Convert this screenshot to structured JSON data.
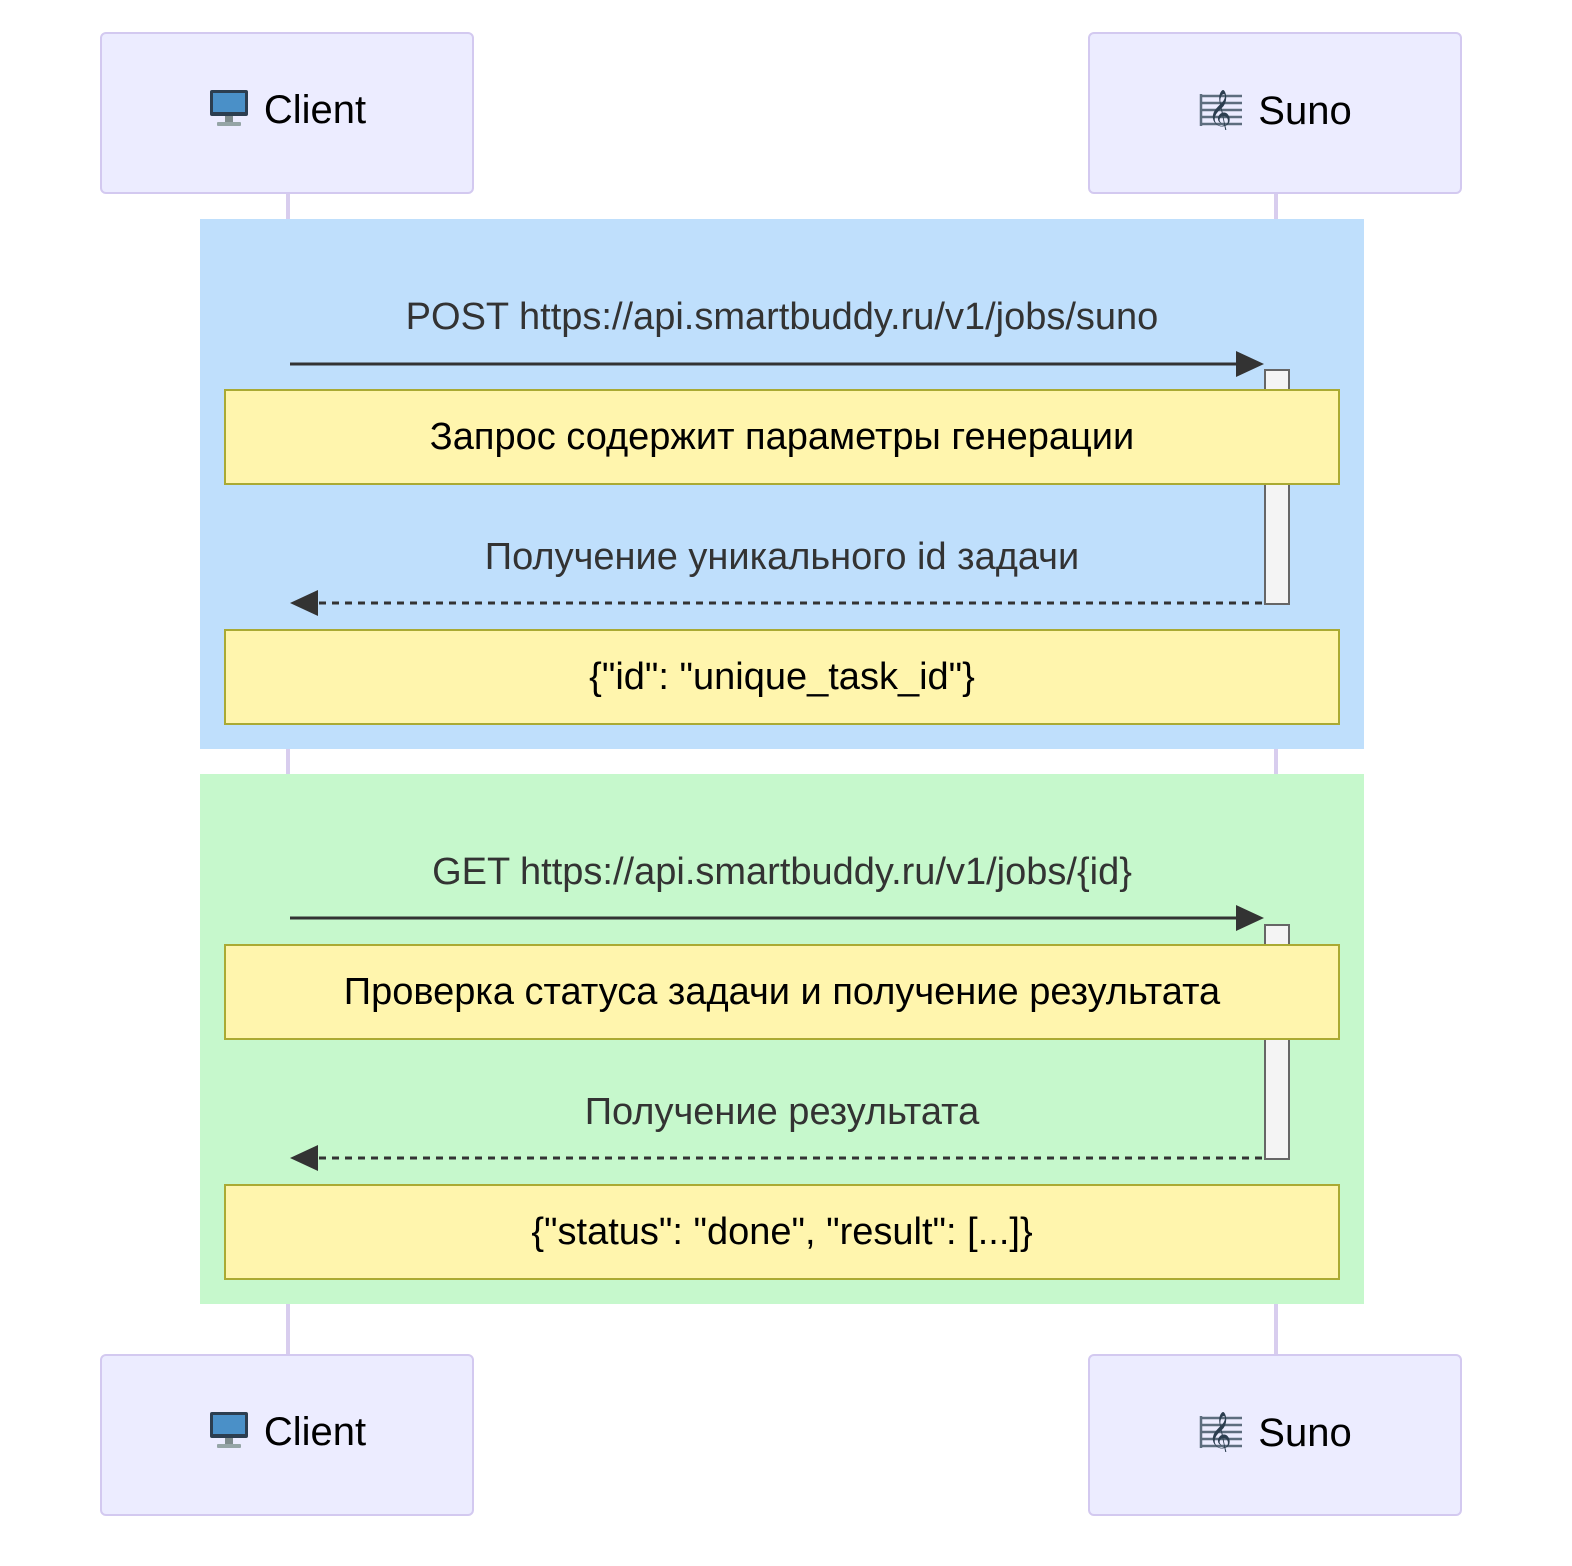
{
  "participants": [
    {
      "id": "client",
      "label": "Client",
      "icon": "desktop-computer-icon"
    },
    {
      "id": "suno",
      "label": "Suno",
      "icon": "musical-score-icon"
    }
  ],
  "groups": [
    {
      "color": "#bfdffc",
      "request": {
        "label": "POST https://api.smartbuddy.ru/v1/jobs/suno",
        "note": "Запрос содержит параметры генерации"
      },
      "response": {
        "label": "Получение уникального id задачи",
        "note": "{\"id\": \"unique_task_id\"}"
      }
    },
    {
      "color": "#c6f8cc",
      "request": {
        "label": "GET https://api.smartbuddy.ru/v1/jobs/{id}",
        "note": "Проверка статуса задачи и получение результата"
      },
      "response": {
        "label": "Получение результата",
        "note": "{\"status\": \"done\", \"result\": [...]}"
      }
    }
  ]
}
